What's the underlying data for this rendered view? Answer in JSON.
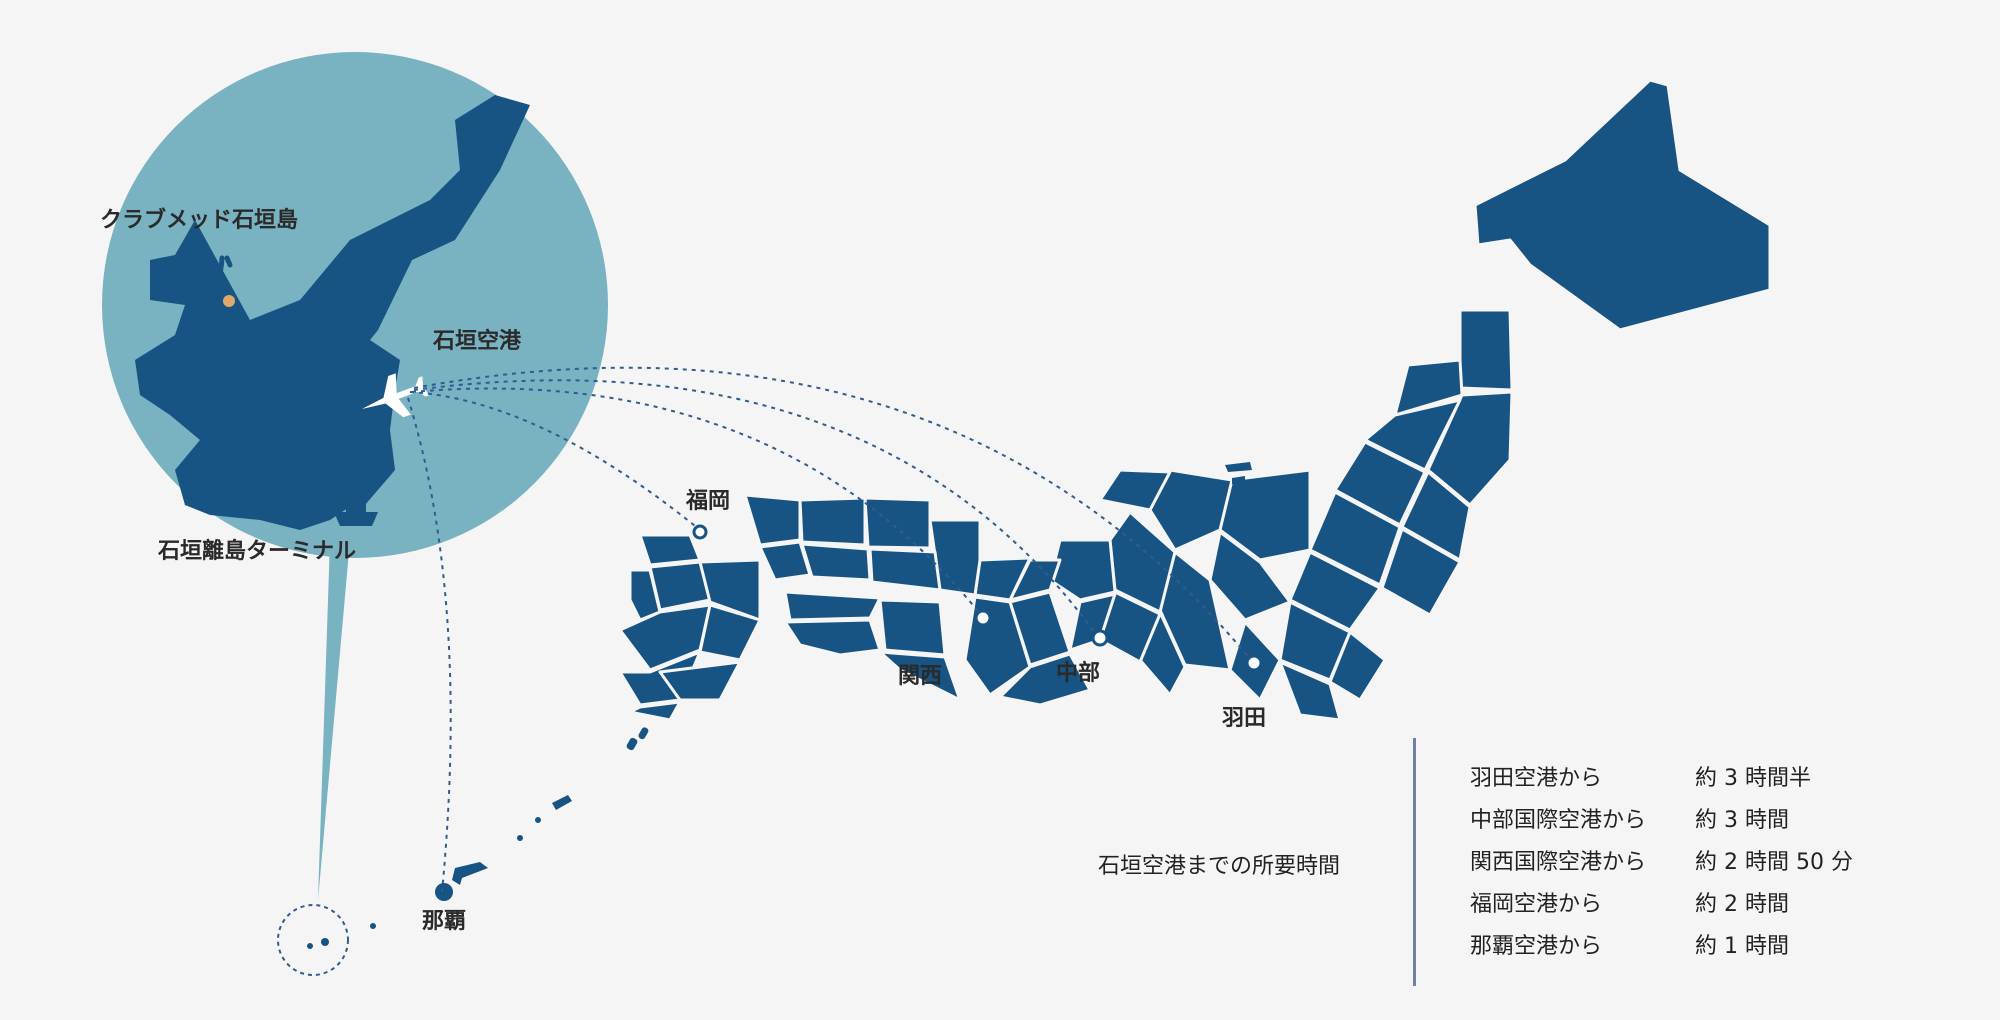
{
  "labels": {
    "resort": "クラブメッド石垣島",
    "airport": "石垣空港",
    "terminal": "石垣離島ターミナル",
    "fukuoka": "福岡",
    "kansai": "関西",
    "chubu": "中部",
    "haneda": "羽田",
    "naha": "那覇"
  },
  "caption": "石垣空港までの所要時間",
  "flight_times": [
    {
      "from": "羽田空港から",
      "time": "約 3 時間半"
    },
    {
      "from": "中部国際空港から",
      "time": "約 3 時間"
    },
    {
      "from": "関西国際空港から",
      "time": "約 2 時間 50 分"
    },
    {
      "from": "福岡空港から",
      "time": "約 2 時間"
    },
    {
      "from": "那覇空港から",
      "time": "約 1 時間"
    }
  ],
  "colors": {
    "land": "#175383",
    "callout": "#79b2c1",
    "route": "#2f5c93",
    "resort_dot": "#e0a86a",
    "background": "#f5f5f5"
  },
  "icons": [
    "trident-logo-icon",
    "airplane-icon",
    "ship-icon"
  ]
}
